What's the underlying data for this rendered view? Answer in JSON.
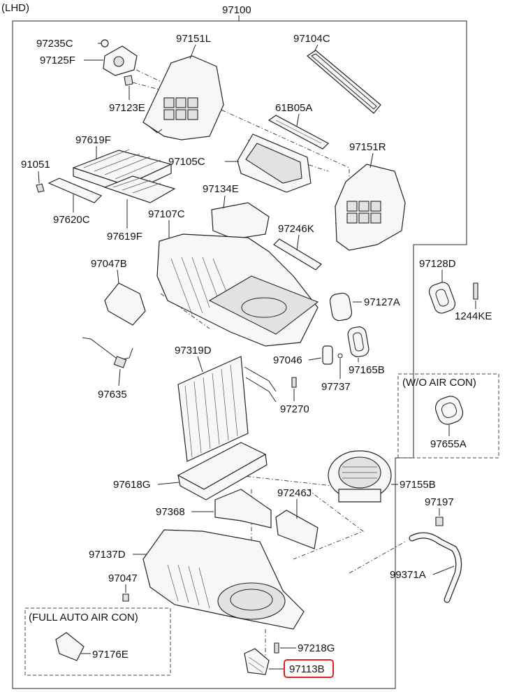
{
  "header": {
    "variant": "(LHD)",
    "assembly": "97100"
  },
  "parts": {
    "p97235C": "97235C",
    "p97125F": "97125F",
    "p97123E": "97123E",
    "p97151L": "97151L",
    "p97104C": "97104C",
    "p61B05A": "61B05A",
    "p97151R": "97151R",
    "p97619F_top": "97619F",
    "p91051": "91051",
    "p97620C": "97620C",
    "p97619F_bottom": "97619F",
    "p97105C": "97105C",
    "p97134E": "97134E",
    "p97107C": "97107C",
    "p97246K": "97246K",
    "p97128D": "97128D",
    "p1244KE": "1244KE",
    "p97047B": "97047B",
    "p97127A": "97127A",
    "p97319D": "97319D",
    "p97046": "97046",
    "p97165B": "97165B",
    "p97737": "97737",
    "p97635": "97635",
    "p97270": "97270",
    "p97655A": "97655A",
    "p97618G": "97618G",
    "p97155B": "97155B",
    "p97246J": "97246J",
    "p97197": "97197",
    "p97368": "97368",
    "p97137D": "97137D",
    "p99371A": "99371A",
    "p97047": "97047",
    "p97176E": "97176E",
    "p97218G": "97218G",
    "p97113B": "97113B"
  },
  "callouts": {
    "wo_air_con": "(W/O AIR CON)",
    "full_auto_air_con": "(FULL AUTO AIR CON)"
  },
  "highlight": {
    "part": "97113B",
    "color": "#e02020"
  }
}
